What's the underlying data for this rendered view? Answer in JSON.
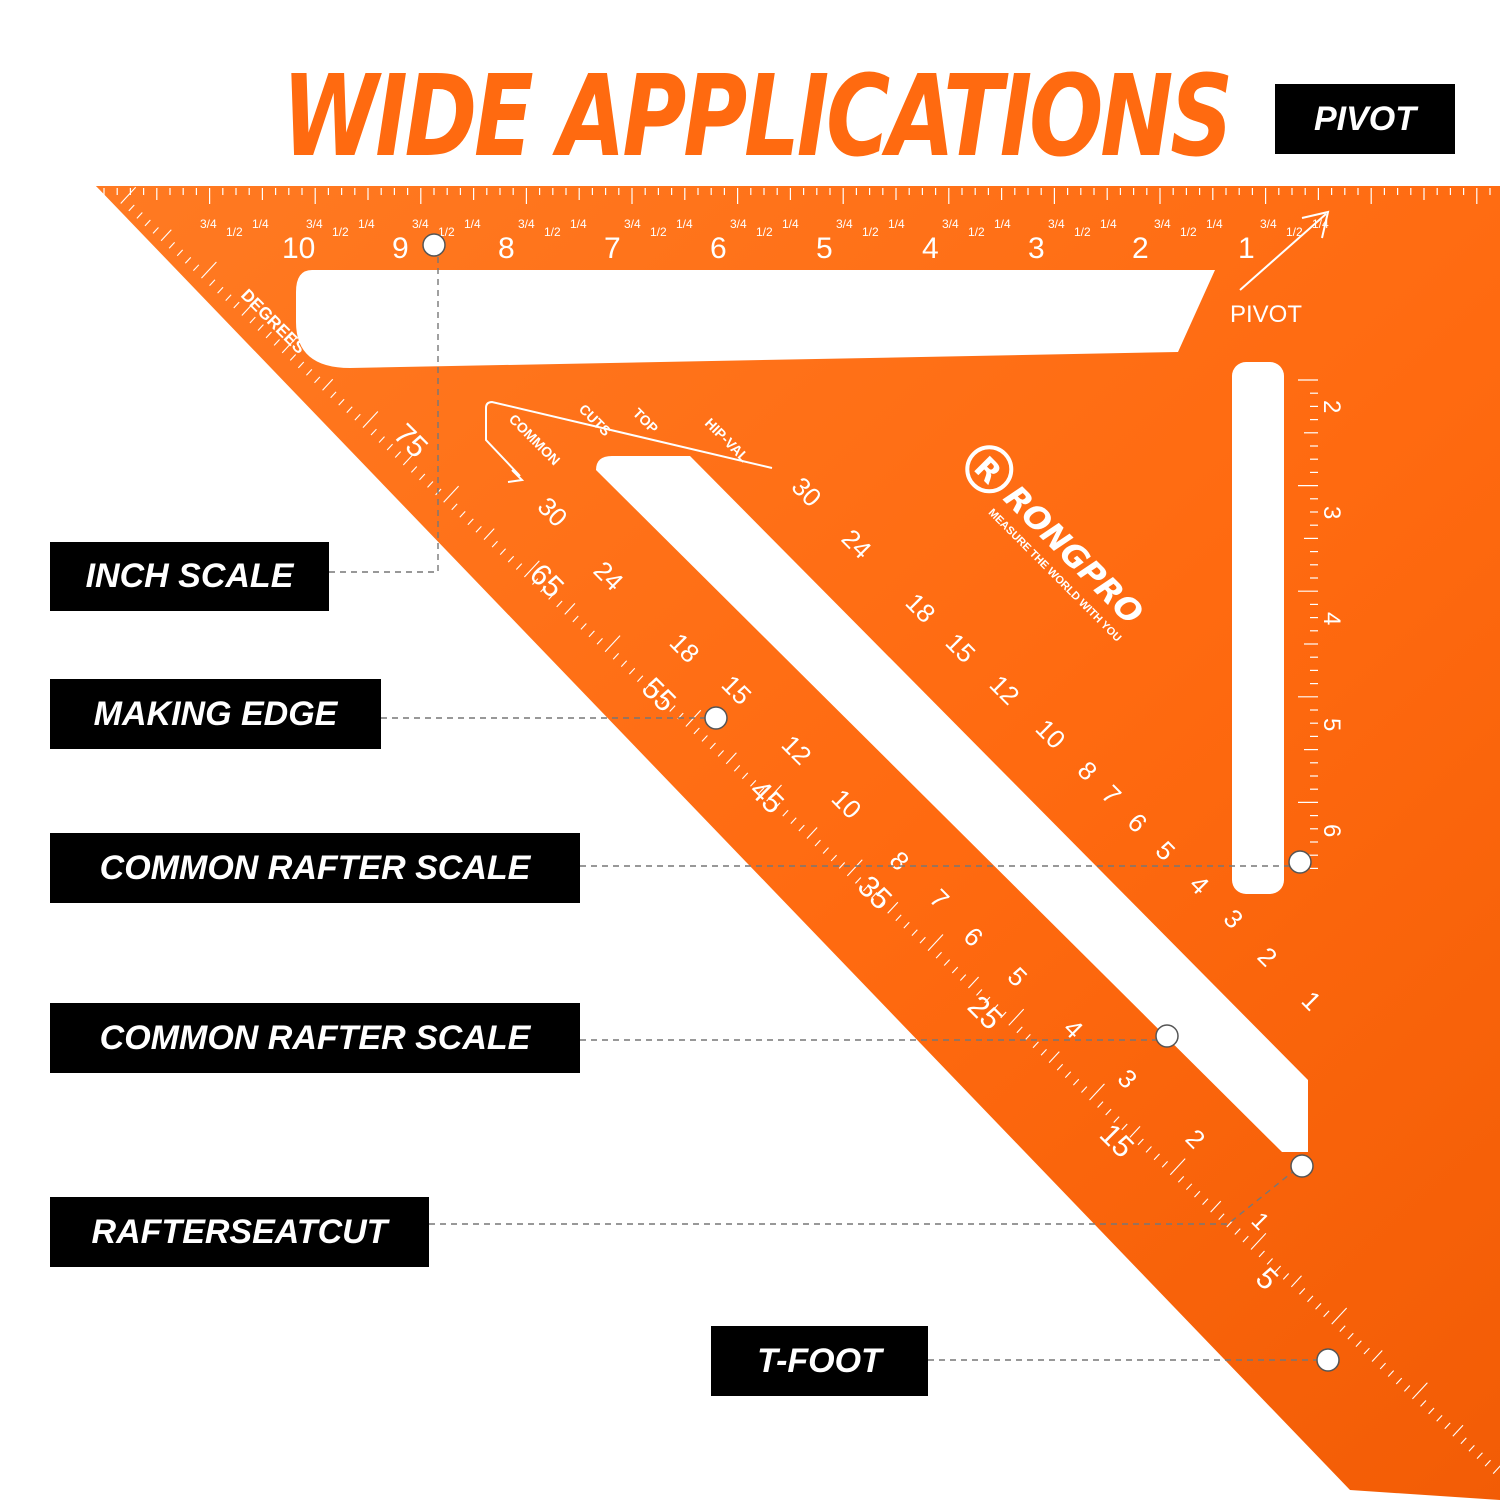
{
  "headline": "WIDE APPLICATIONS",
  "tags": {
    "pivot": "PIVOT",
    "inch_scale": "INCH SCALE",
    "making_edge": "MAKING EDGE",
    "common_rafter_1": "COMMON RAFTER SCALE",
    "common_rafter_2": "COMMON RAFTER SCALE",
    "rafter_seat_cut": "RAFTERSEATCUT",
    "t_foot": "T-FOOT"
  },
  "tool": {
    "brand": "RONGPRO",
    "slogan": "MEASURE THE WORLD WITH YOU",
    "pivot_label": "PIVOT",
    "degrees_label": "DEGREES",
    "column_labels": [
      "COMMON",
      "CUTS",
      "TOP",
      "HIP-VAL"
    ],
    "top_scale": [
      "10",
      "9",
      "8",
      "7",
      "6",
      "5",
      "4",
      "3",
      "2",
      "1"
    ],
    "fractions": [
      "3/4",
      "1/2",
      "1/4"
    ],
    "right_scale": [
      "2",
      "3",
      "4",
      "5",
      "6"
    ],
    "degree_marks": [
      "75",
      "65",
      "55",
      "45",
      "35",
      "25",
      "15",
      "5"
    ],
    "common_scale": [
      "30",
      "24",
      "18",
      "15",
      "12",
      "10",
      "8",
      "7",
      "6",
      "5",
      "4",
      "3",
      "2"
    ],
    "hip_scale": [
      "30",
      "24",
      "18",
      "15",
      "12",
      "10",
      "8",
      "7",
      "6",
      "5",
      "4",
      "3",
      "2",
      "1"
    ],
    "seat_scale": [
      "1"
    ],
    "colors": {
      "body": "#ff6a10",
      "edge": "#e9590a",
      "headline": "#ff6a10",
      "tag_bg": "#000000"
    }
  }
}
